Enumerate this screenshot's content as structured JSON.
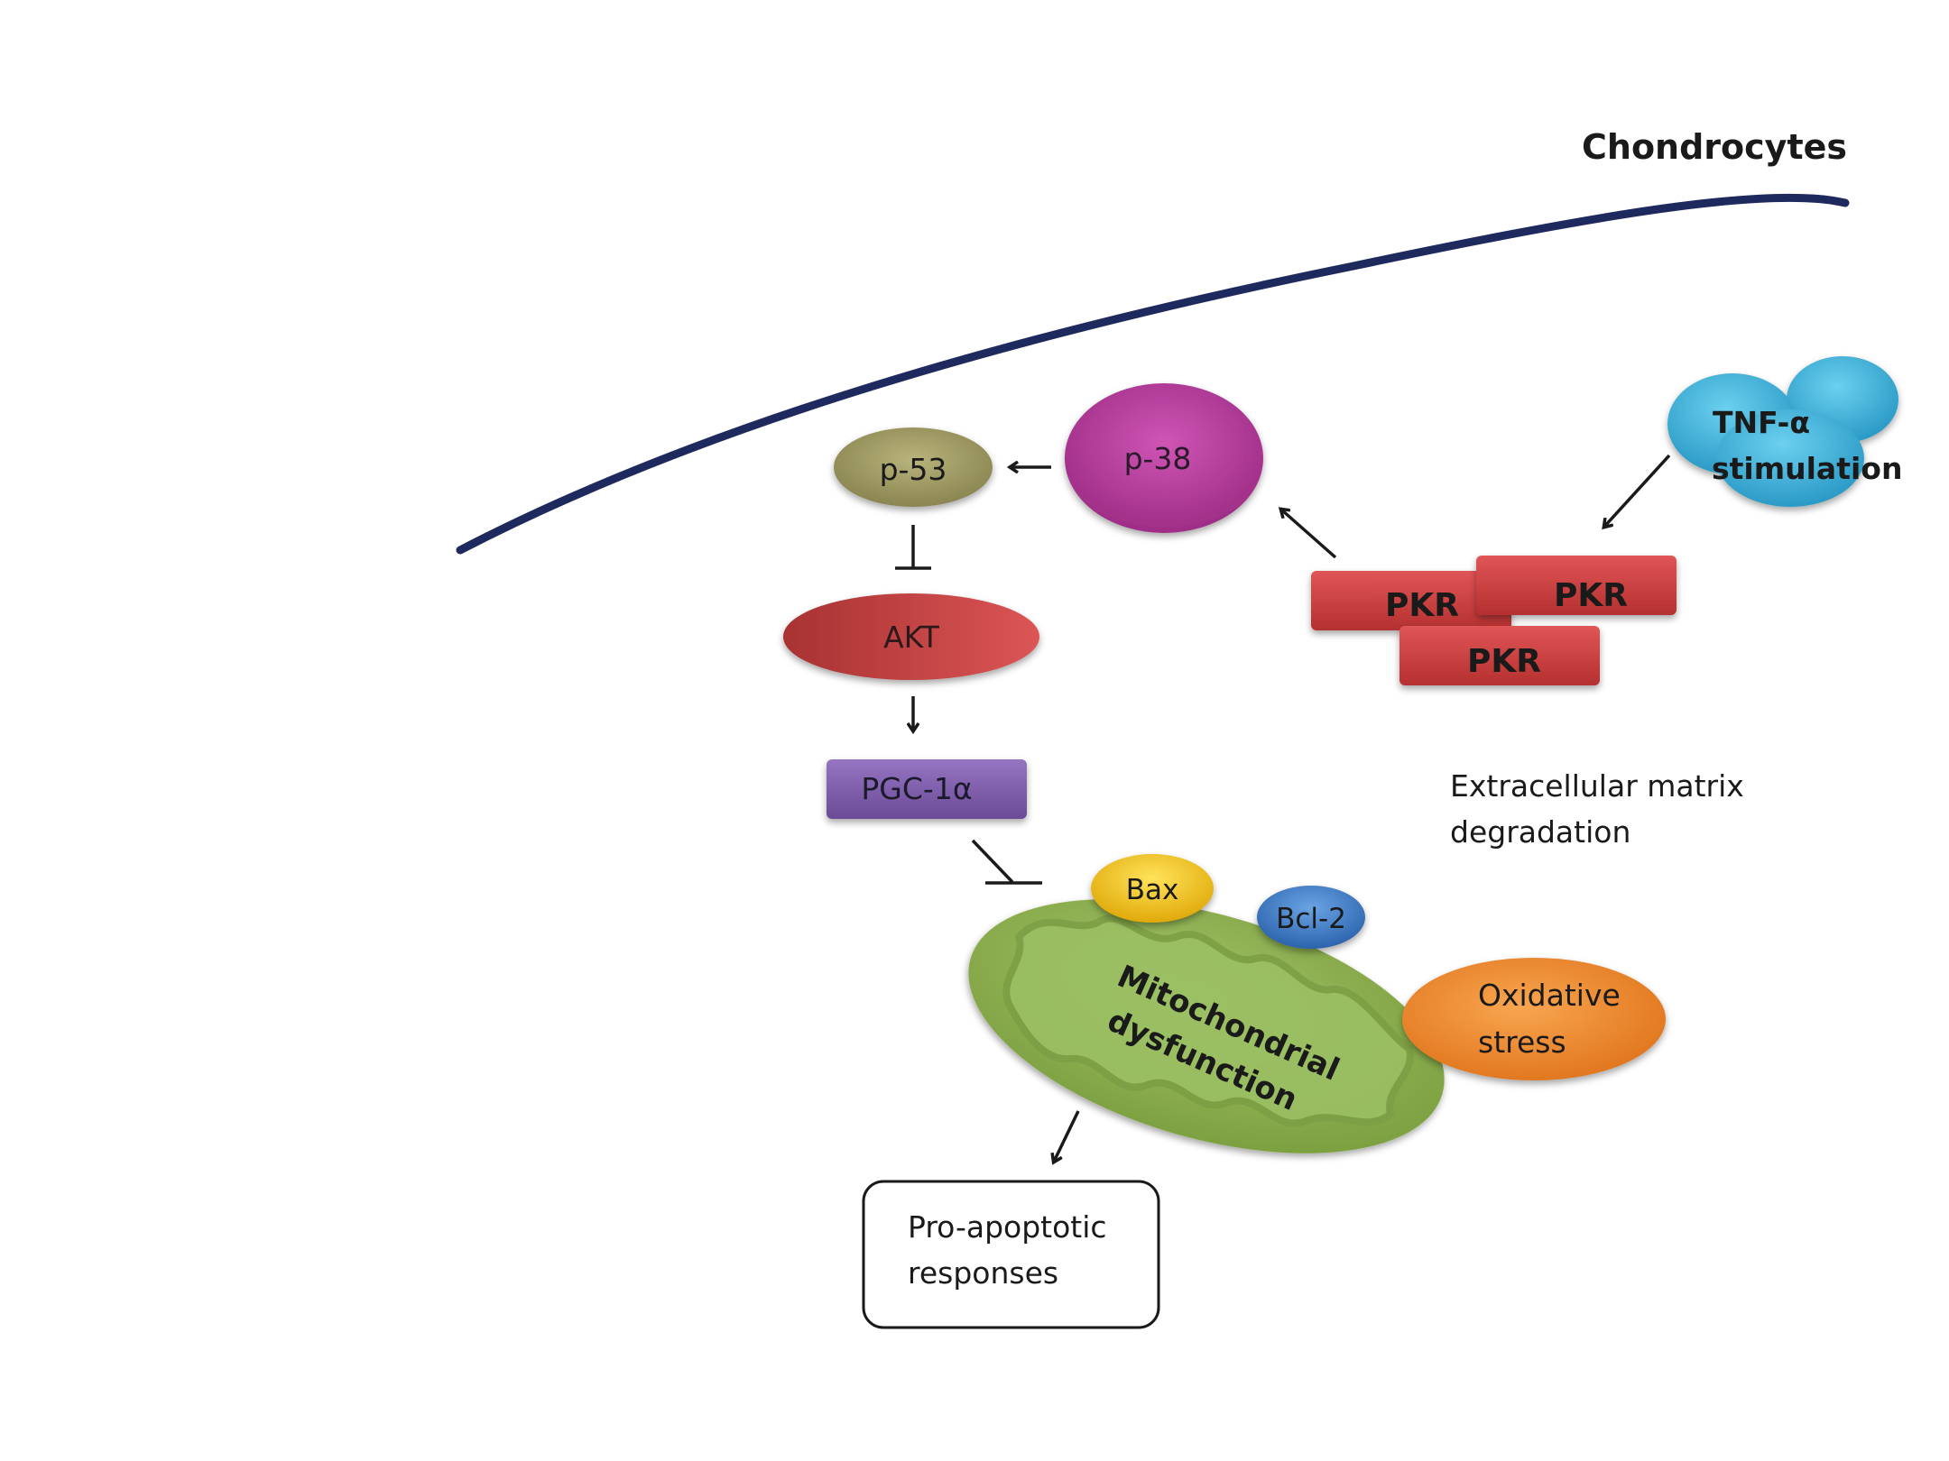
{
  "title": "Chondrocytes",
  "nodes": {
    "p53": "p-53",
    "p38": "p-38",
    "akt": "AKT",
    "pgc1a": "PGC-1α",
    "tnf_line1": "TNF-α",
    "tnf_line2": "stimulation",
    "pkr_1": "PKR",
    "pkr_2": "PKR",
    "pkr_3": "PKR",
    "ecm_line1": "Extracellular matrix",
    "ecm_line2": "degradation",
    "bax": "Bax",
    "bcl2": "Bcl-2",
    "mito_line1": "Mitochondrial",
    "mito_line2": "dysfunction",
    "ox_line1": "Oxidative",
    "ox_line2": "stress",
    "apop_line1": "Pro-apoptotic",
    "apop_line2": "responses"
  },
  "colors": {
    "membrane": "#1e2a5e",
    "p53": "#9a9560",
    "p38": "#b43a9a",
    "akt": "#c94040",
    "pgc1a": "#7d5ba8",
    "tnf": "#3aaed8",
    "pkr": "#cc3f3f",
    "bax": "#f2c81e",
    "bcl2": "#3a78c4",
    "mito": "#8cb04e",
    "oxidative": "#ee8a32"
  }
}
